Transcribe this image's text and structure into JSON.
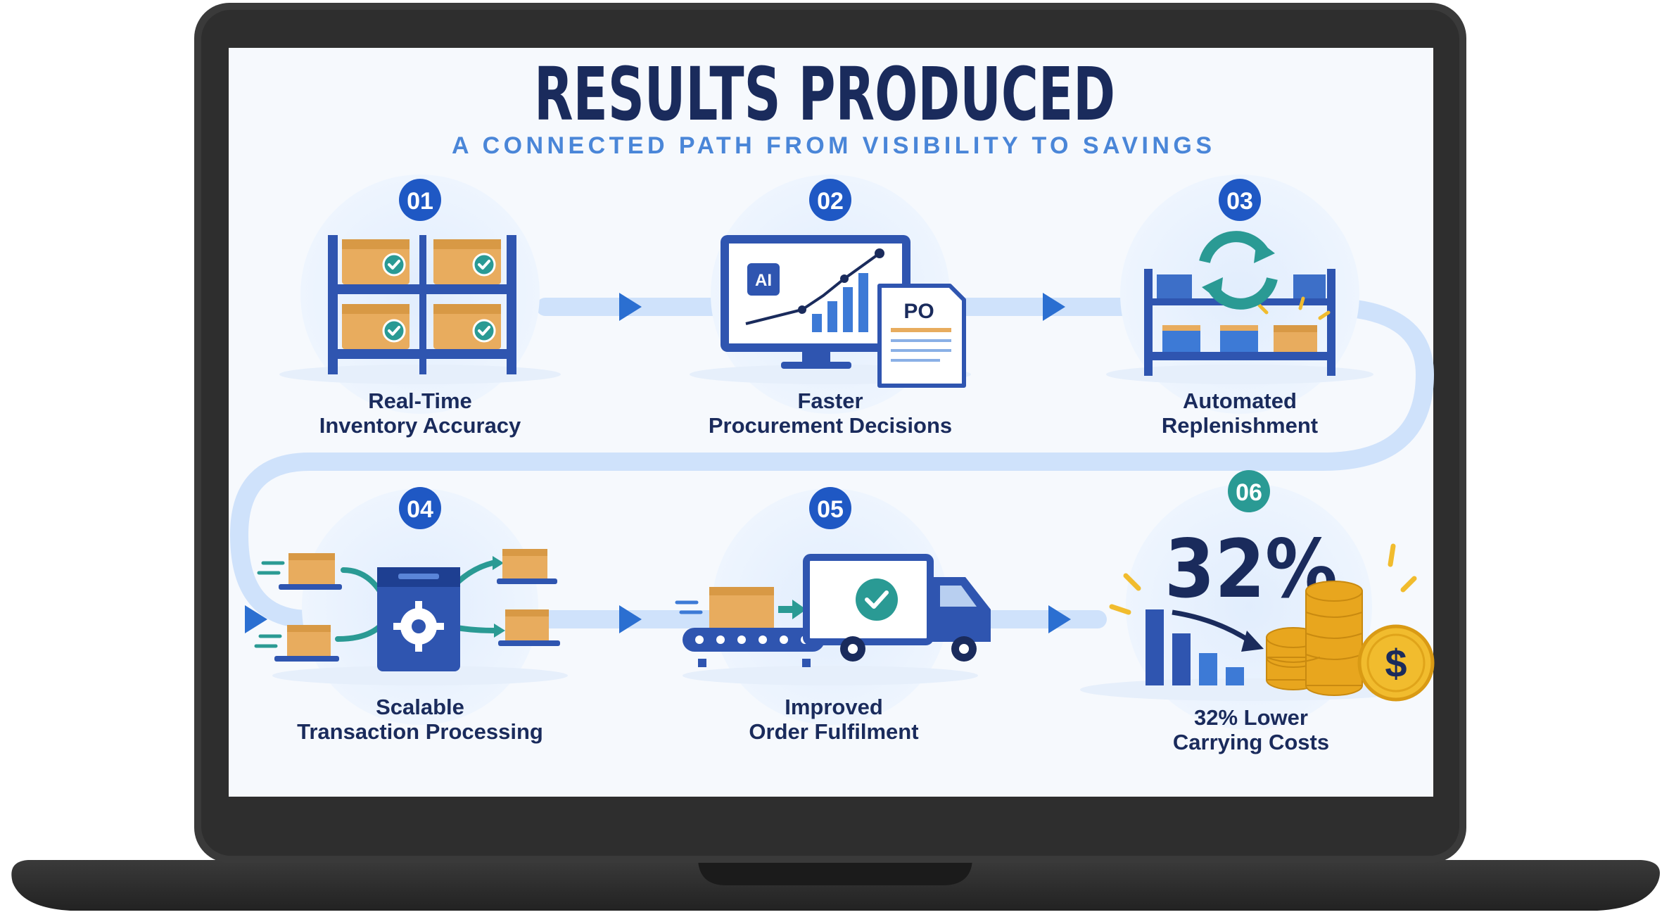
{
  "title": "RESULTS PRODUCED",
  "subtitle": "A CONNECTED PATH FROM VISIBILITY TO SAVINGS",
  "steps": [
    {
      "num": "01",
      "line1": "Real-Time",
      "line2": "Inventory Accuracy",
      "icon": "warehouse-shelves-icon"
    },
    {
      "num": "02",
      "line1": "Faster",
      "line2": "Procurement Decisions",
      "icon": "ai-monitor-purchase-order-icon"
    },
    {
      "num": "03",
      "line1": "Automated",
      "line2": "Replenishment",
      "icon": "refresh-shelves-icon"
    },
    {
      "num": "04",
      "line1": "Scalable",
      "line2": "Transaction Processing",
      "icon": "gear-processor-icon"
    },
    {
      "num": "05",
      "line1": "Improved",
      "line2": "Order Fulfilment",
      "icon": "delivery-truck-icon"
    },
    {
      "num": "06",
      "line1": "32% Lower",
      "line2": "Carrying Costs",
      "icon": "coins-savings-icon"
    }
  ],
  "stat": "32%",
  "icon_texts": {
    "ai": "AI",
    "po": "PO",
    "dollar": "$"
  },
  "colors": {
    "navy": "#1a2b5c",
    "blue": "#2b52ae",
    "accent": "#3d7ad6",
    "path": "#cfe2fb",
    "box": "#e8ac5e",
    "teal": "#2a9a94",
    "gold": "#f1bc2e"
  }
}
